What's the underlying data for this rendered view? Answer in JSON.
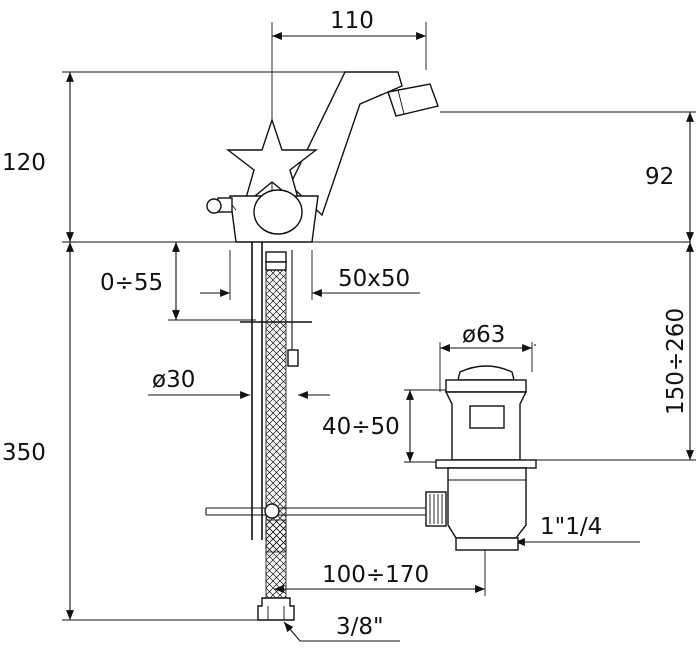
{
  "drawing": {
    "subject": "bidet-mixer-dimension-drawing",
    "dimensions": {
      "top_width": "110",
      "height_above_deck": "120",
      "spout_height": "92",
      "deck_thickness_range": "0÷55",
      "base_size": "50x50",
      "shank_diameter": "ø30",
      "below_deck_height": "350",
      "waste_diameter": "ø63",
      "waste_height": "150÷260",
      "waste_adjust": "40÷50",
      "waste_thread": "1\"1/4",
      "pull_rod_length": "100÷170",
      "hose_connection": "3/8\""
    }
  }
}
